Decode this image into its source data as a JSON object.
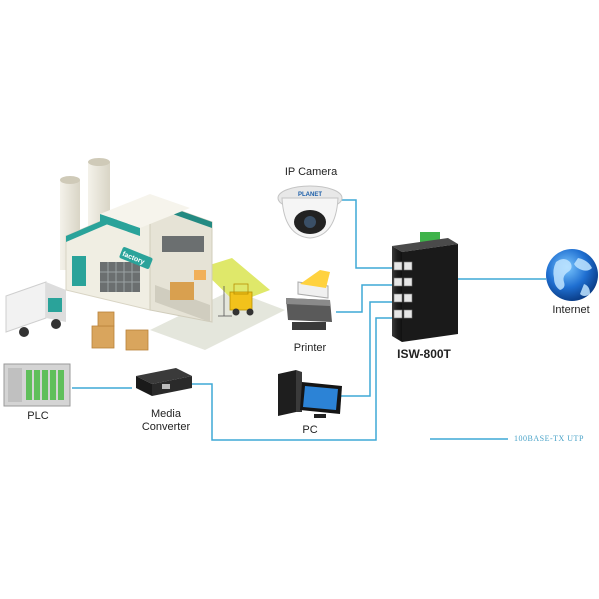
{
  "labels": {
    "ip_camera": "IP Camera",
    "printer": "Printer",
    "pc": "PC",
    "plc": "PLC",
    "media_converter": "Media\nConverter",
    "switch_model": "ISW-800T",
    "internet": "Internet",
    "factory_sign": "factory",
    "camera_brand": "PLANET"
  },
  "legend": {
    "text": "100BASE-TX UTP"
  },
  "colors": {
    "link": "#3fa9d6",
    "factory_teal": "#2aa39a",
    "switch_body": "#222222",
    "terminal_green": "#3fb34a",
    "globe": "#1f6fd1"
  }
}
